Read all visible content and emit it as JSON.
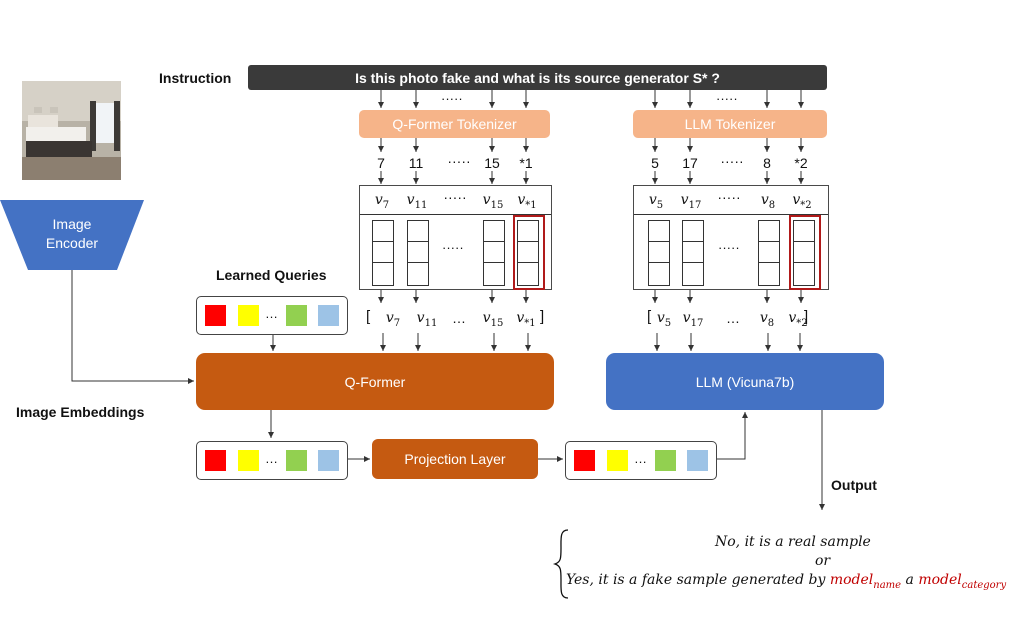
{
  "labels": {
    "instruction": "Instruction",
    "learned_queries": "Learned Queries",
    "image_embeddings": "Image Embeddings",
    "output": "Output"
  },
  "instruction_text": "Is this photo fake and what is its source generator S* ?",
  "image_encoder": {
    "line1": "Image",
    "line2": "Encoder"
  },
  "qformer_tokenizer": "Q-Former Tokenizer",
  "llm_tokenizer": "LLM Tokenizer",
  "qformer_tokens": [
    "7",
    "11",
    "·····",
    "15",
    "*1"
  ],
  "llm_tokens": [
    "5",
    "17",
    "·····",
    "8",
    "*2"
  ],
  "qformer_vectors": [
    {
      "base": "v",
      "sub": "7"
    },
    {
      "base": "v",
      "sub": "11"
    },
    {
      "base": "",
      "sub": ""
    },
    {
      "base": "v",
      "sub": "15"
    },
    {
      "base": "v",
      "sub": "*1"
    }
  ],
  "llm_vectors": [
    {
      "base": "v",
      "sub": "5"
    },
    {
      "base": "v",
      "sub": "17"
    },
    {
      "base": "",
      "sub": ""
    },
    {
      "base": "v",
      "sub": "8"
    },
    {
      "base": "v",
      "sub": "*2"
    }
  ],
  "dots": "·····",
  "ellipsis": "…",
  "qformer": "Q-Former",
  "llm": "LLM (Vicuna7b)",
  "projection_layer": "Projection Layer",
  "query_colors": [
    "#ff0000",
    "#ffff00",
    "#92d050",
    "#9dc3e6"
  ],
  "output_lines": {
    "no": "No, it is a real sample",
    "or": "or",
    "yes_prefix": "Yes, it is a fake sample generated by ",
    "model": "model",
    "name_sub": "name",
    "a": " a ",
    "category_sub": "category"
  }
}
